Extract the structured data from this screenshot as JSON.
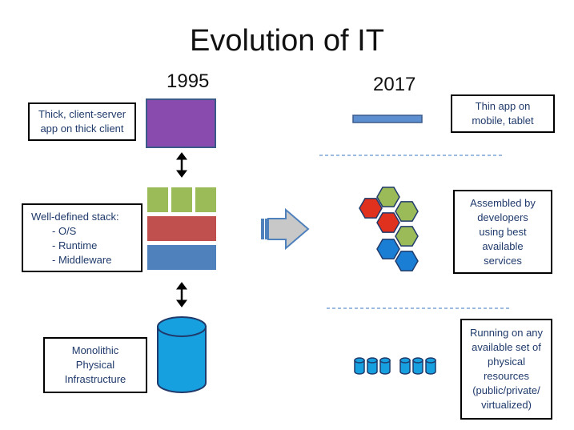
{
  "title": "Evolution of IT",
  "left_year": "1995",
  "right_year": "2017",
  "left_boxes": {
    "client": [
      "Thick, client-server",
      "app on thick client"
    ],
    "stack": {
      "heading": "Well-defined stack:",
      "items": [
        "O/S",
        "Runtime",
        "Middleware"
      ]
    },
    "infra": [
      "Monolithic",
      "Physical",
      "Infrastructure"
    ]
  },
  "right_boxes": {
    "thin": [
      "Thin app on",
      "mobile, tablet"
    ],
    "assembled": [
      "Assembled by",
      "developers",
      "using best",
      "available",
      "services"
    ],
    "running": [
      "Running on any",
      "available set of",
      "physical",
      "resources",
      "(public/private/",
      "virtualized)"
    ]
  },
  "colors": {
    "purple": "#8a4baf",
    "green": "#9bbb59",
    "red": "#c0504d",
    "blue": "#4f81bd",
    "cyan": "#17a0e0",
    "thin_bar": "#5b8fd0",
    "arrow_gray": "#c8c8c8"
  }
}
